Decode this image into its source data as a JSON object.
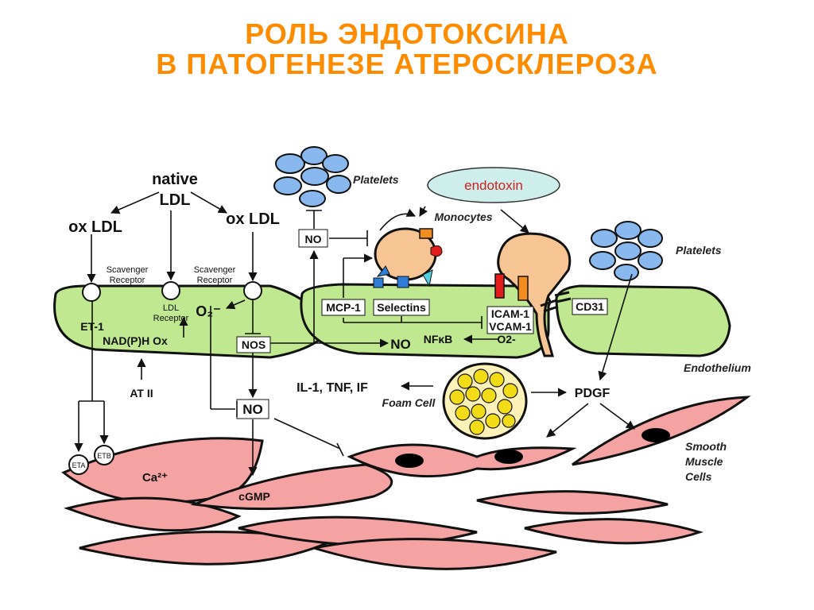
{
  "title": {
    "line1": "РОЛЬ ЭНДОТОКСИНА",
    "line2": "В ПАТОГЕНЕЗЕ АТЕРОСКЛЕРОЗА"
  },
  "labels": {
    "native": "native",
    "ldl": "LDL",
    "ox_ldl_left": "ox LDL",
    "ox_ldl_right": "ox LDL",
    "scavenger_left_1": "Scavenger",
    "scavenger_left_2": "Receptor",
    "scavenger_right_1": "Scavenger",
    "scavenger_right_2": "Receptor",
    "ldl_receptor_1": "LDL",
    "ldl_receptor_2": "Receptor",
    "o2_minus": "O₂⁻",
    "et1": "ET-1",
    "nadph_ox": "NAD(P)H Ox",
    "nos": "NOS",
    "no_top": "NO",
    "no_mid": "NO",
    "no_bottom": "NO",
    "at2": "AT II",
    "platelets_top": "Platelets",
    "platelets_right": "Platelets",
    "endotoxin": "endotoxin",
    "monocytes": "Monocytes",
    "mcp1": "MCP-1",
    "selectins": "Selectins",
    "icam1": "ICAM-1",
    "vcam1": "VCAM-1",
    "nfkb": "NFκB",
    "o2_small": "O2-",
    "cd31": "CD31",
    "endothelium": "Endothelium",
    "il_tnf": "IL-1, TNF, IF",
    "foam_cell": "Foam Cell",
    "pdgf": "PDGF",
    "smooth": "Smooth",
    "muscle": "Muscle",
    "cells": "Cells",
    "eta": "ETA",
    "etb": "ETB",
    "ca": "Ca²⁺",
    "cgmp": "cGMP"
  },
  "colors": {
    "title": "#ff8c00",
    "endothelium": "#bfe890",
    "platelet": "#88b8ee",
    "monocyte": "#f7c493",
    "smooth_muscle": "#f4a2a2",
    "foam_cell_body": "#fff2b8",
    "foam_droplet": "#f2dc18",
    "endotoxin_fill": "#cdeeea",
    "endotoxin_text": "#cc2222"
  }
}
